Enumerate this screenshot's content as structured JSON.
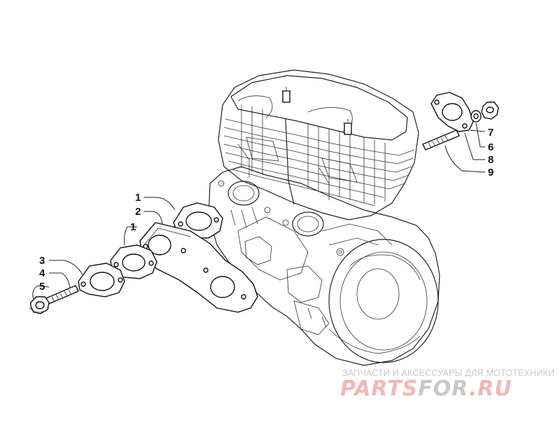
{
  "callouts": {
    "c1a": "1",
    "c2": "2",
    "c1b": "1",
    "c3": "3",
    "c4": "4",
    "c5": "5",
    "c7": "7",
    "c6": "6",
    "c8": "8",
    "c9": "9"
  },
  "watermark": {
    "tagline": "ЗАПЧАСТИ И АКСЕССУАРЫ ДЛЯ МОТОТЕХНИКИ",
    "logo_part1": "PARTS",
    "logo_part2": "FOR",
    "logo_part3": ".RU",
    "accent_color": "#f2b7b7",
    "secondary_color": "#c8c8c8"
  }
}
